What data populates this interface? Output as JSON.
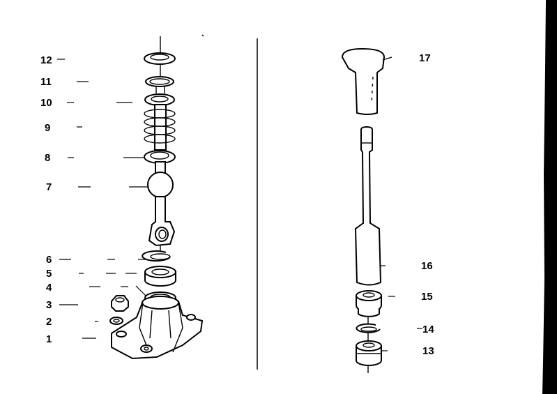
{
  "callouts": {
    "left": [
      "12",
      "11",
      "10",
      "9",
      "8",
      "7",
      "6",
      "5",
      "4",
      "3",
      "2",
      "1"
    ],
    "right": [
      "17",
      "16",
      "15",
      "14",
      "13"
    ]
  },
  "icons": {
    "left_assembly": "gear-shift-lever-assembly-icon",
    "right_assembly": "gear-shift-rod-and-knob-icon"
  },
  "colors": {
    "ink": "#000000",
    "paper": "#ffffff"
  }
}
